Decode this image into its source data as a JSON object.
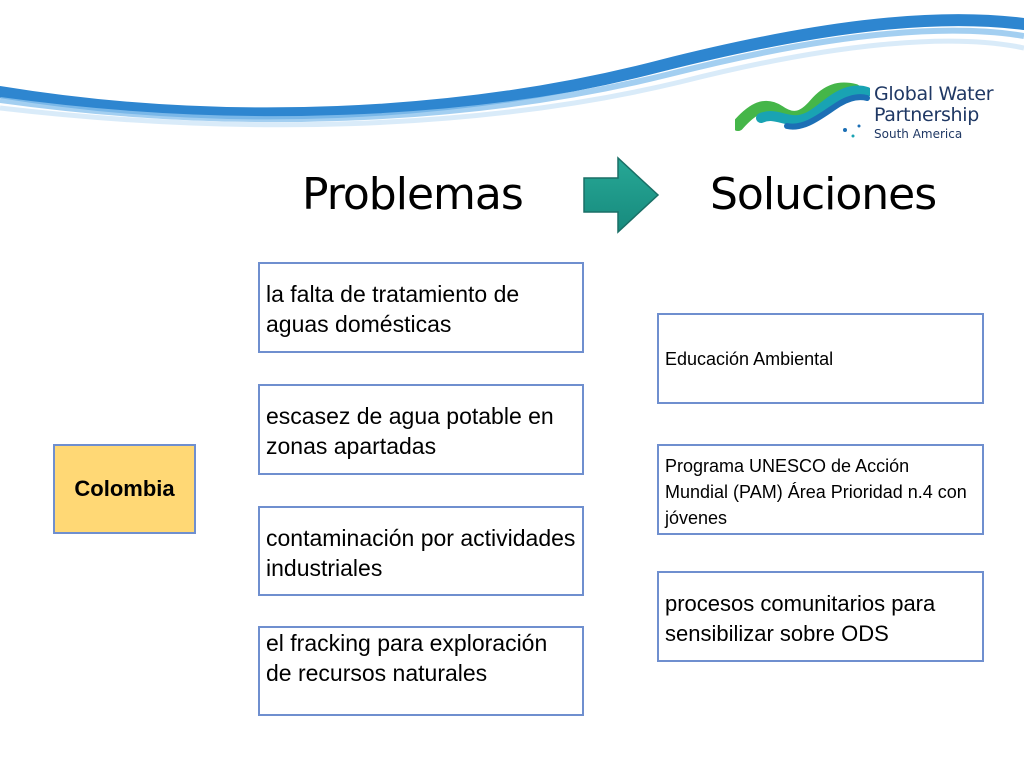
{
  "logo": {
    "line1": "Global Water",
    "line2": "Partnership",
    "line3": "South America"
  },
  "headings": {
    "problems": "Problemas",
    "solutions": "Soluciones"
  },
  "country": "Colombia",
  "problems": [
    "la falta de tratamiento de aguas domésticas",
    "escasez de agua potable en zonas apartadas",
    "contaminación por actividades industriales",
    "el fracking para exploración de recursos naturales"
  ],
  "solutions": [
    "Educación Ambiental",
    "Programa UNESCO de Acción Mundial (PAM) Área Prioridad n.4 con jóvenes",
    "procesos comunitarios para sensibilizar sobre ODS"
  ],
  "colors": {
    "box_border": "#6f8fcf",
    "country_fill": "#ffd875",
    "arrow": "#1f9a8a",
    "wave": "#2e86d0",
    "logo_text": "#1f3864"
  }
}
